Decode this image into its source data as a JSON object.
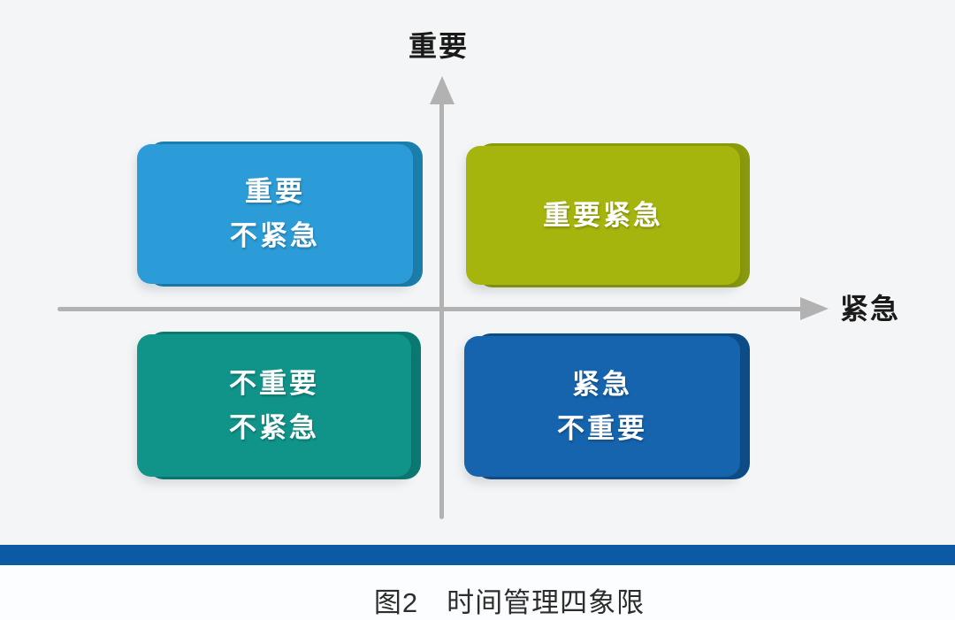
{
  "colors": {
    "stage_background": "#f3f5f6",
    "footer_background": "#fbfdfe",
    "axis": "#b2b2b2",
    "divider_bar": "#0b5aa3"
  },
  "axes": {
    "vertical_label": "重要",
    "horizontal_label": "紧急"
  },
  "quadrants": [
    {
      "id": "important-not-urgent",
      "position": "top-left",
      "lines": [
        "重要",
        "不紧急"
      ],
      "color": "#2b9cd7",
      "edge_color": "#1b80ae"
    },
    {
      "id": "important-urgent",
      "position": "top-right",
      "lines": [
        "重要紧急"
      ],
      "color": "#a5b50d",
      "edge_color": "#8c9c0b"
    },
    {
      "id": "not-important-not-urgent",
      "position": "bottom-left",
      "lines": [
        "不重要",
        "不紧急"
      ],
      "color": "#10948a",
      "edge_color": "#0a7b72"
    },
    {
      "id": "urgent-not-important",
      "position": "bottom-right",
      "lines": [
        "紧急",
        "不重要"
      ],
      "color": "#1564ad",
      "edge_color": "#0d4d88"
    }
  ],
  "caption": {
    "text": "图2　时间管理四象限"
  }
}
